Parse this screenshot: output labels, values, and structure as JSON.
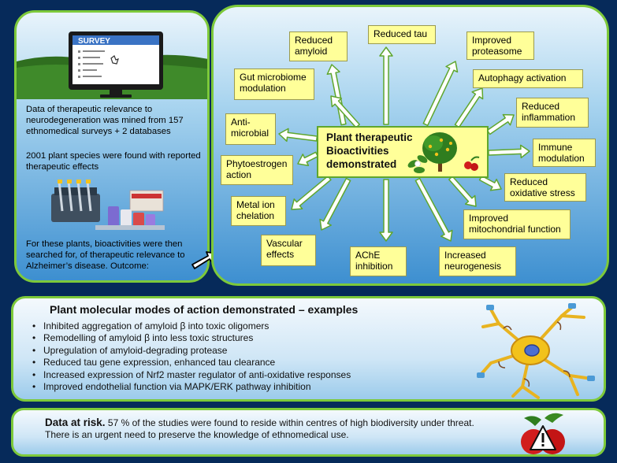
{
  "left": {
    "survey_label": "SURVEY",
    "text_1": "Data of therapeutic relevance to neurodegeneration was mined from 157 ethnomedical surveys + 2 databases",
    "text_2": "2001 plant species were found with reported therapeutic effects",
    "text_3": "For these plants, bioactivities were then searched for, of therapeutic relevance to Alzheimer’s  disease. Outcome:"
  },
  "center": {
    "title": "Plant therapeutic Bioactivities demonstrated"
  },
  "bioactivities": [
    "Reduced amyloid",
    "Reduced tau",
    "Improved proteasome",
    "Gut microbiome modulation",
    "Autophagy activation",
    "Anti-microbial",
    "Reduced inflammation",
    "Phytoestrogen action",
    "Immune modulation",
    "Reduced oxidative stress",
    "Metal ion chelation",
    "Improved mitochondrial function",
    "Vascular effects",
    "AChE inhibition",
    "Increased neurogenesis"
  ],
  "modes": {
    "title": "Plant molecular modes of action demonstrated – examples",
    "items": [
      "Inhibited aggregation of amyloid β into toxic oligomers",
      "Remodelling of amyloid β into less toxic structures",
      "Upregulation of amyloid-degrading protease",
      "Reduced tau gene expression, enhanced tau clearance",
      "Increased expression of Nrf2 master regulator of anti-oxidative responses",
      "Improved endothelial function via MAPK/ERK pathway inhibition"
    ]
  },
  "risk": {
    "lead": "Data at risk.",
    "text": "57 % of the studies were found to reside within centres of high biodiversity under threat. There is an urgent need to preserve the knowledge of ethnomedical use."
  },
  "colors": {
    "box_fill": "#ffff99",
    "arrow_fill": "#ffffff",
    "arrow_stroke": "#5fa62d",
    "panel_border": "#7dc93a",
    "background": "#062a5a"
  }
}
